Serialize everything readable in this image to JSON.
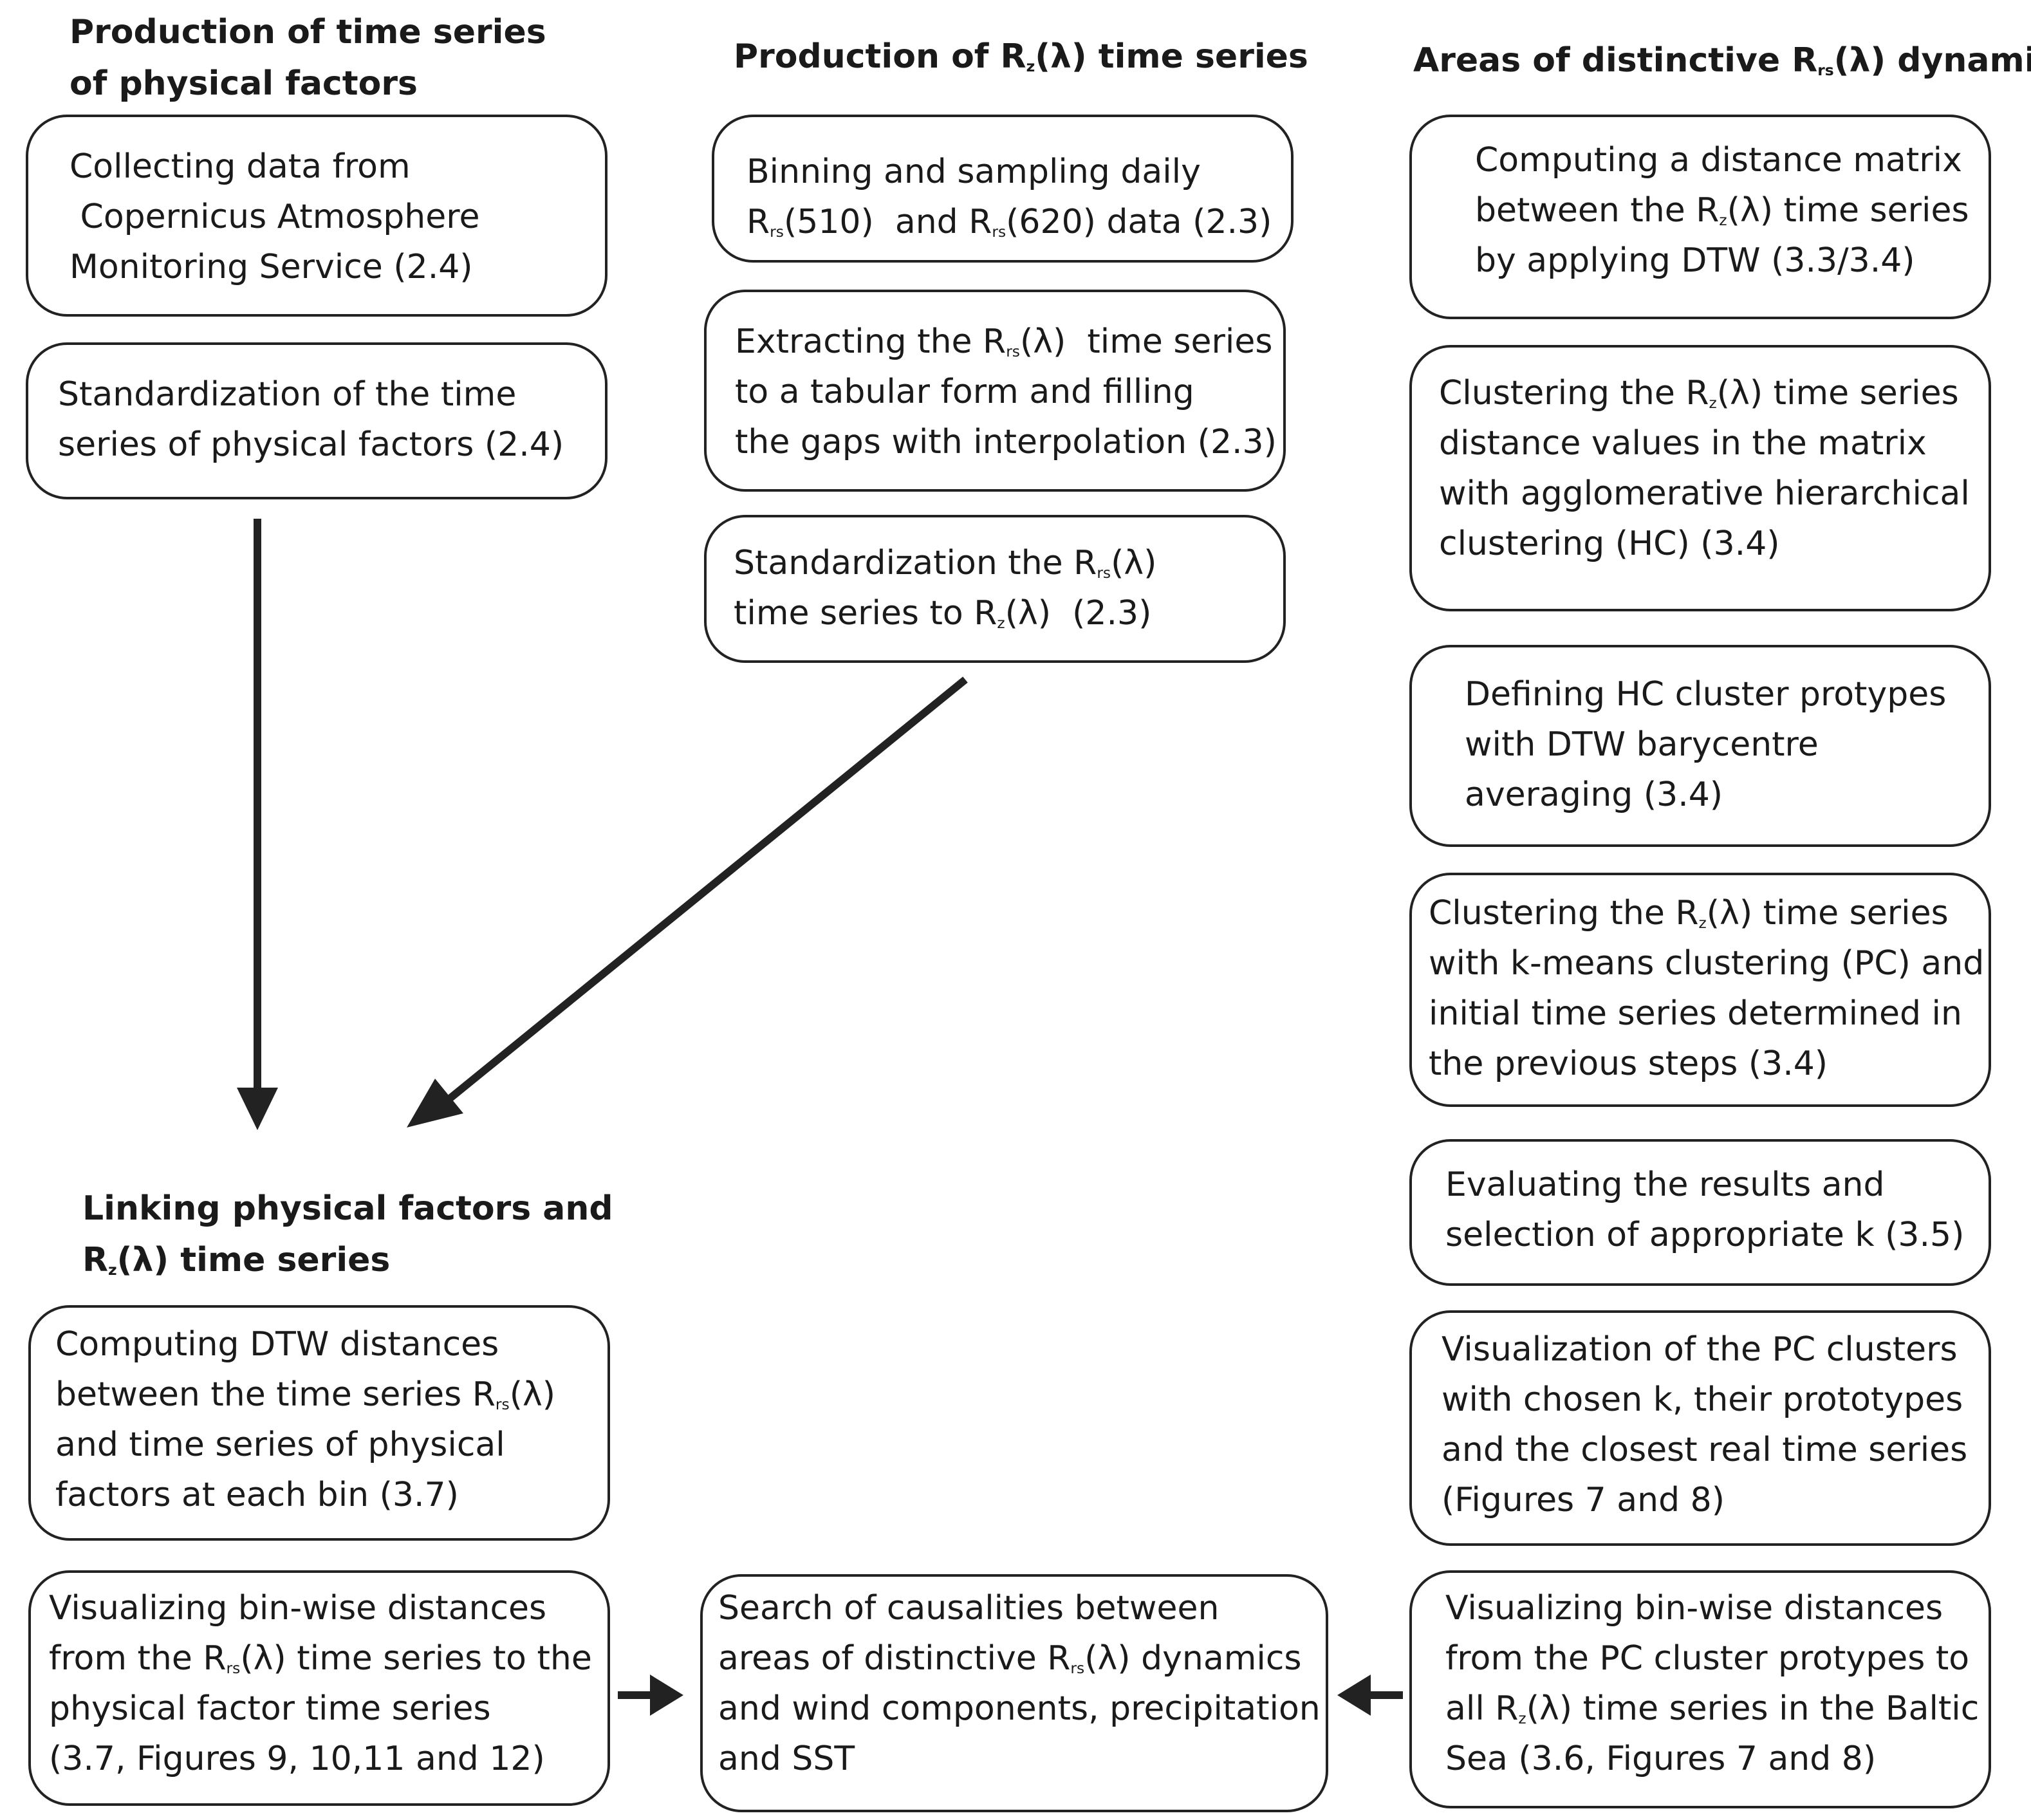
{
  "headings": {
    "physical": [
      "Production of time series",
      "of physical factors"
    ],
    "rz": "Production of R",
    "rz_sub": "z",
    "rz_after": "(λ) time series",
    "areas": "Areas of distinctive  R",
    "areas_sub": "rs",
    "areas_after": "(λ) dynamics",
    "linking_1": "Linking physical factors and",
    "linking_2_pre": "R",
    "linking_2_sub": "z",
    "linking_2_after": "(λ) time series"
  },
  "left_boxes": {
    "collect": [
      "Collecting data from",
      " Copernicus Atmosphere",
      "Monitoring Service (2.4)"
    ],
    "standardize": [
      "Standardization of the time",
      "series of physical factors (2.4)"
    ],
    "dtw": {
      "l1": "Computing DTW distances",
      "l2_pre": "between the time series R",
      "l2_sub": "rs",
      "l2_after": "(λ)",
      "l3": "and time series of physical",
      "l4": "factors at each bin (3.7)"
    },
    "visualize": {
      "l1": "Visualizing bin-wise distances",
      "l2_pre": "from the R",
      "l2_sub": "rs",
      "l2_after": "(λ) time series to the",
      "l3": "physical factor time series",
      "l4": "(3.7, Figures 9, 10,11 and 12)"
    }
  },
  "middle_boxes": {
    "binning": {
      "l1": "Binning and sampling daily",
      "l2_a": "R",
      "l2_sub1": "rs",
      "l2_b": "(510)  and R",
      "l2_sub2": "rs",
      "l2_c": "(620) data (2.3)"
    },
    "extracting": {
      "l1_pre": "Extracting the R",
      "l1_sub": "rs",
      "l1_after": "(λ)  time series",
      "l2": "to a tabular form and filling",
      "l3": "the gaps with interpolation (2.3)"
    },
    "standardization": {
      "l1_pre": "Standardization the R",
      "l1_sub": "rs",
      "l1_after": "(λ)",
      "l2_pre": "time series to R",
      "l2_sub": "z",
      "l2_after": "(λ)  (2.3)"
    },
    "search": {
      "l1": "Search of causalities between",
      "l2_pre": "areas of distinctive R",
      "l2_sub": "rs",
      "l2_after": "(λ) dynamics",
      "l3": "and wind components, precipitation",
      "l4": "and SST"
    }
  },
  "right_boxes": {
    "distance_matrix": {
      "l1": "Computing a distance matrix",
      "l2_pre": "between the R",
      "l2_sub": "z",
      "l2_after": "(λ) time series",
      "l3": "by applying DTW (3.3/3.4)"
    },
    "hc": {
      "l1_pre": "Clustering the R",
      "l1_sub": "z",
      "l1_after": "(λ) time series",
      "l2": "distance values in the matrix",
      "l3": "with agglomerative hierarchical",
      "l4": "clustering (HC) (3.4)"
    },
    "prototypes": [
      "Defining HC cluster protypes",
      "with DTW barycentre",
      "averaging (3.4)"
    ],
    "kmeans": {
      "l1_pre": "Clustering the R",
      "l1_sub": "z",
      "l1_after": "(λ) time series",
      "l2": "with k-means clustering (PC) and",
      "l3": "initial time series determined in",
      "l4": "the previous steps (3.4)"
    },
    "evaluating": [
      "Evaluating the results and",
      "selection of appropriate k (3.5)"
    ],
    "visualization_pc": [
      "Visualization of the PC clusters",
      "with chosen k, their prototypes",
      "and the closest real time series",
      "(Figures 7 and 8)"
    ],
    "visualizing_binwise": {
      "l1": "Visualizing bin-wise distances",
      "l2": "from the PC cluster protypes to",
      "l3_pre": "all R",
      "l3_sub": "z",
      "l3_after": "(λ) time series in the Baltic",
      "l4": "Sea (3.6, Figures 7 and 8)"
    }
  }
}
